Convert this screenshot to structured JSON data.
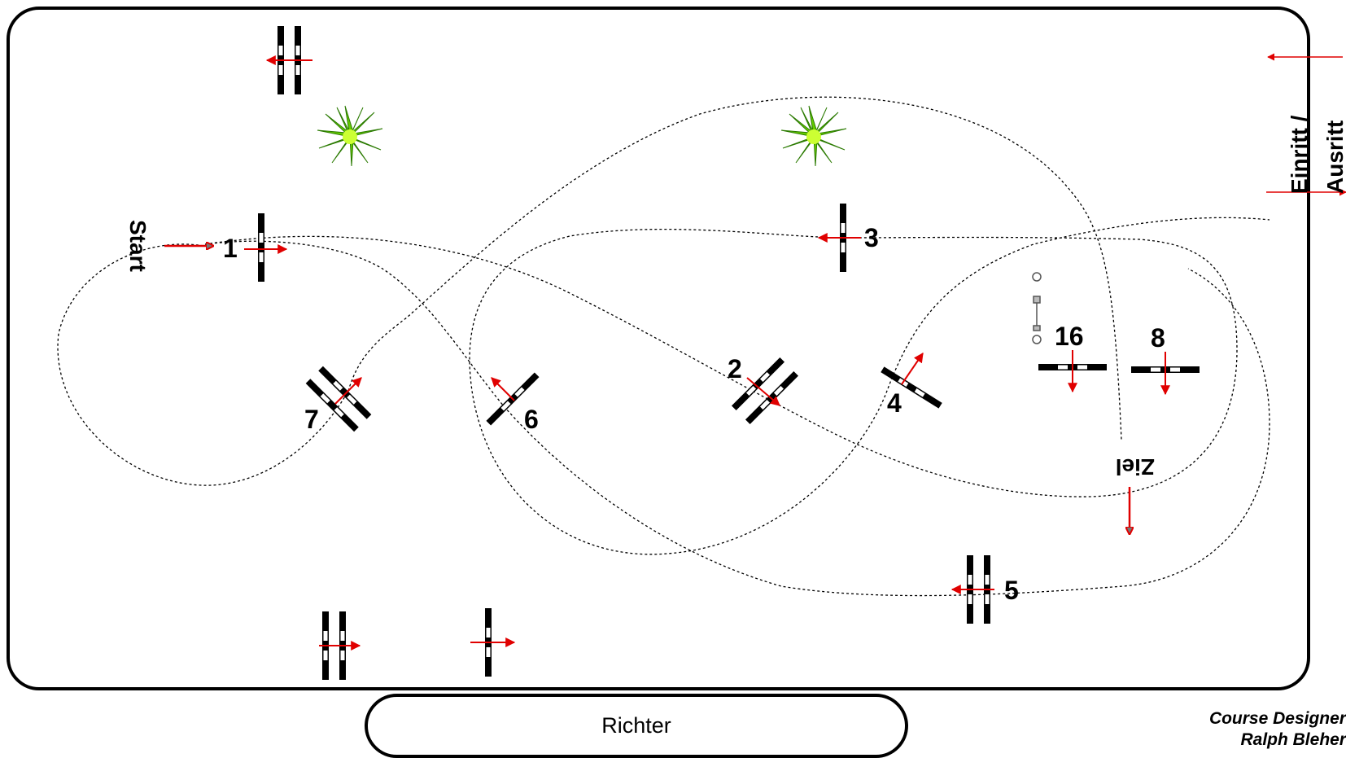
{
  "labels": {
    "start": "Start",
    "finish": "Ziel",
    "entrance_1": "Einritt /",
    "entrance_2": "Ausritt",
    "judge": "Richter",
    "designer_1": "Course Designer",
    "designer_2": "Ralph Bleher"
  },
  "obstacles": [
    {
      "number": "1",
      "type": "vertical"
    },
    {
      "number": "2",
      "type": "oxer"
    },
    {
      "number": "3",
      "type": "vertical"
    },
    {
      "number": "4",
      "type": "vertical"
    },
    {
      "number": "5",
      "type": "oxer"
    },
    {
      "number": "6",
      "type": "vertical"
    },
    {
      "number": "7",
      "type": "oxer"
    },
    {
      "number": "8",
      "type": "vertical"
    },
    {
      "number": "16",
      "type": "vertical"
    }
  ],
  "colors": {
    "arena_border": "#000000",
    "course_line": "#000000",
    "direction_arrow": "#e00000",
    "plant": "#66cc00"
  },
  "icons": [
    "plant-icon",
    "start-arrow-icon",
    "finish-arrow-icon",
    "entrance-arrow-icon"
  ]
}
